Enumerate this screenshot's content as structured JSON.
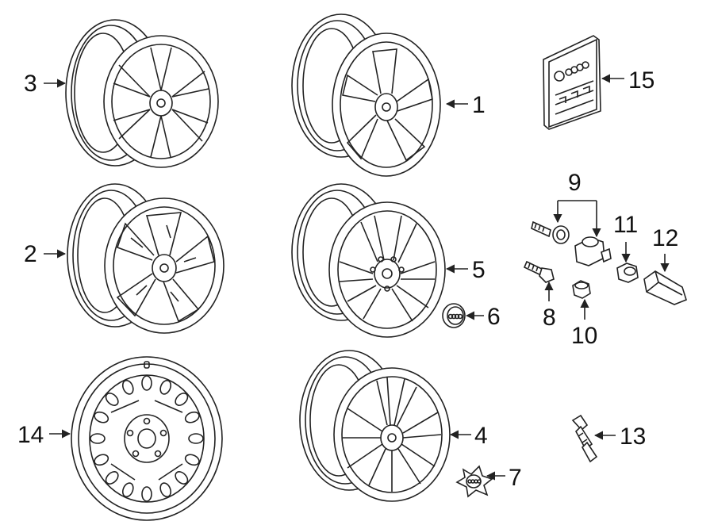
{
  "callouts": {
    "c1": "1",
    "c2": "2",
    "c3": "3",
    "c4": "4",
    "c5": "5",
    "c6": "6",
    "c7": "7",
    "c8": "8",
    "c9": "9",
    "c10": "10",
    "c11": "11",
    "c12": "12",
    "c13": "13",
    "c14": "14",
    "c15": "15"
  },
  "colors": {
    "line": "#222222",
    "background": "#ffffff"
  }
}
